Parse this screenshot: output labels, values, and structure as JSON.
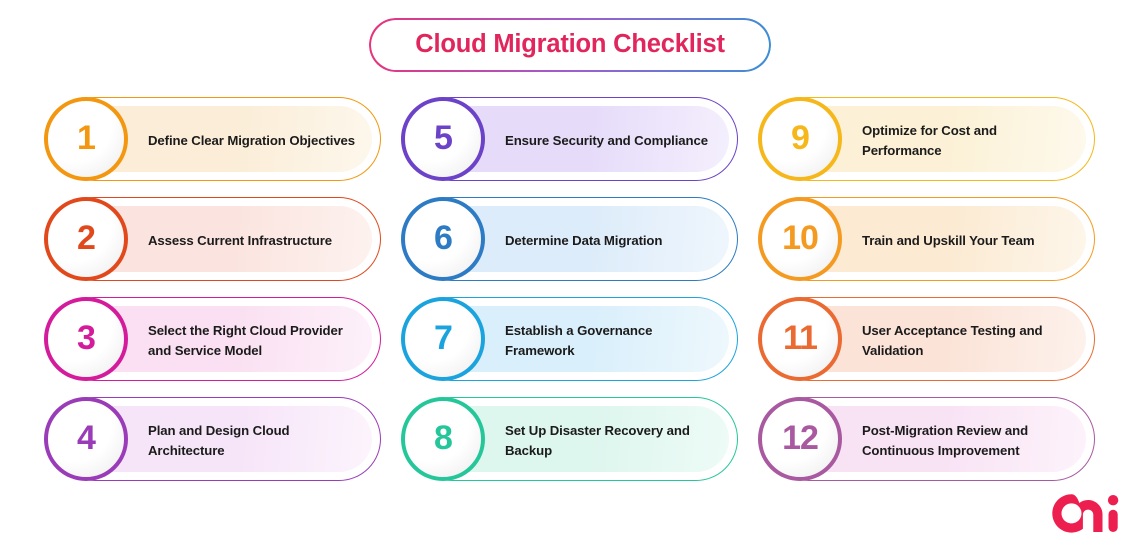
{
  "header": {
    "title": "Cloud Migration Checklist",
    "title_color": "#e0265c",
    "border_gradient": [
      "#e8337a",
      "#9b5fd0",
      "#3c8fd4"
    ]
  },
  "items": [
    {
      "number": "1",
      "label": "Define Clear Migration Objectives",
      "color": "#f2970f",
      "tint": "#fbedd7",
      "tint_light": "#fdf7ec"
    },
    {
      "number": "2",
      "label": "Assess Current Infrastructure",
      "color": "#e1491d",
      "tint": "#fbe4df",
      "tint_light": "#fdf2ef"
    },
    {
      "number": "3",
      "label": "Select the Right Cloud Provider and Service Model",
      "color": "#d41b9b",
      "tint": "#fae0f2",
      "tint_light": "#fdf1fa"
    },
    {
      "number": "4",
      "label": "Plan and Design Cloud Architecture",
      "color": "#9a3cb8",
      "tint": "#f6e4f8",
      "tint_light": "#fcf4fd"
    },
    {
      "number": "5",
      "label": "Ensure Security and Compliance",
      "color": "#6b42c8",
      "tint": "#e6dcfa",
      "tint_light": "#f4effd"
    },
    {
      "number": "6",
      "label": "Determine Data Migration",
      "color": "#2c7bc4",
      "tint": "#ddecfa",
      "tint_light": "#eff6fd"
    },
    {
      "number": "7",
      "label": "Establish a Governance Framework",
      "color": "#1ba3de",
      "tint": "#d9effb",
      "tint_light": "#eef8fd"
    },
    {
      "number": "8",
      "label": "Set Up Disaster Recovery and Backup",
      "color": "#25c79a",
      "tint": "#ddf6ee",
      "tint_light": "#eefbf7"
    },
    {
      "number": "9",
      "label": "Optimize for Cost and Performance",
      "color": "#f5b71a",
      "tint": "#fcf1d6",
      "tint_light": "#fdf9ec"
    },
    {
      "number": "10",
      "label": "Train and Upskill Your Team",
      "color": "#f59a21",
      "tint": "#fcead2",
      "tint_light": "#fdf6ea"
    },
    {
      "number": "11",
      "label": "User Acceptance Testing and Validation",
      "color": "#ea6a32",
      "tint": "#fbe3d7",
      "tint_light": "#fdf2ec"
    },
    {
      "number": "12",
      "label": "Post-Migration Review and Continuous Improvement",
      "color": "#a8599f",
      "tint": "#f8e3f5",
      "tint_light": "#fdf3fb"
    }
  ],
  "logo": {
    "name": "mi-logo",
    "color": "#ec1f4f"
  }
}
